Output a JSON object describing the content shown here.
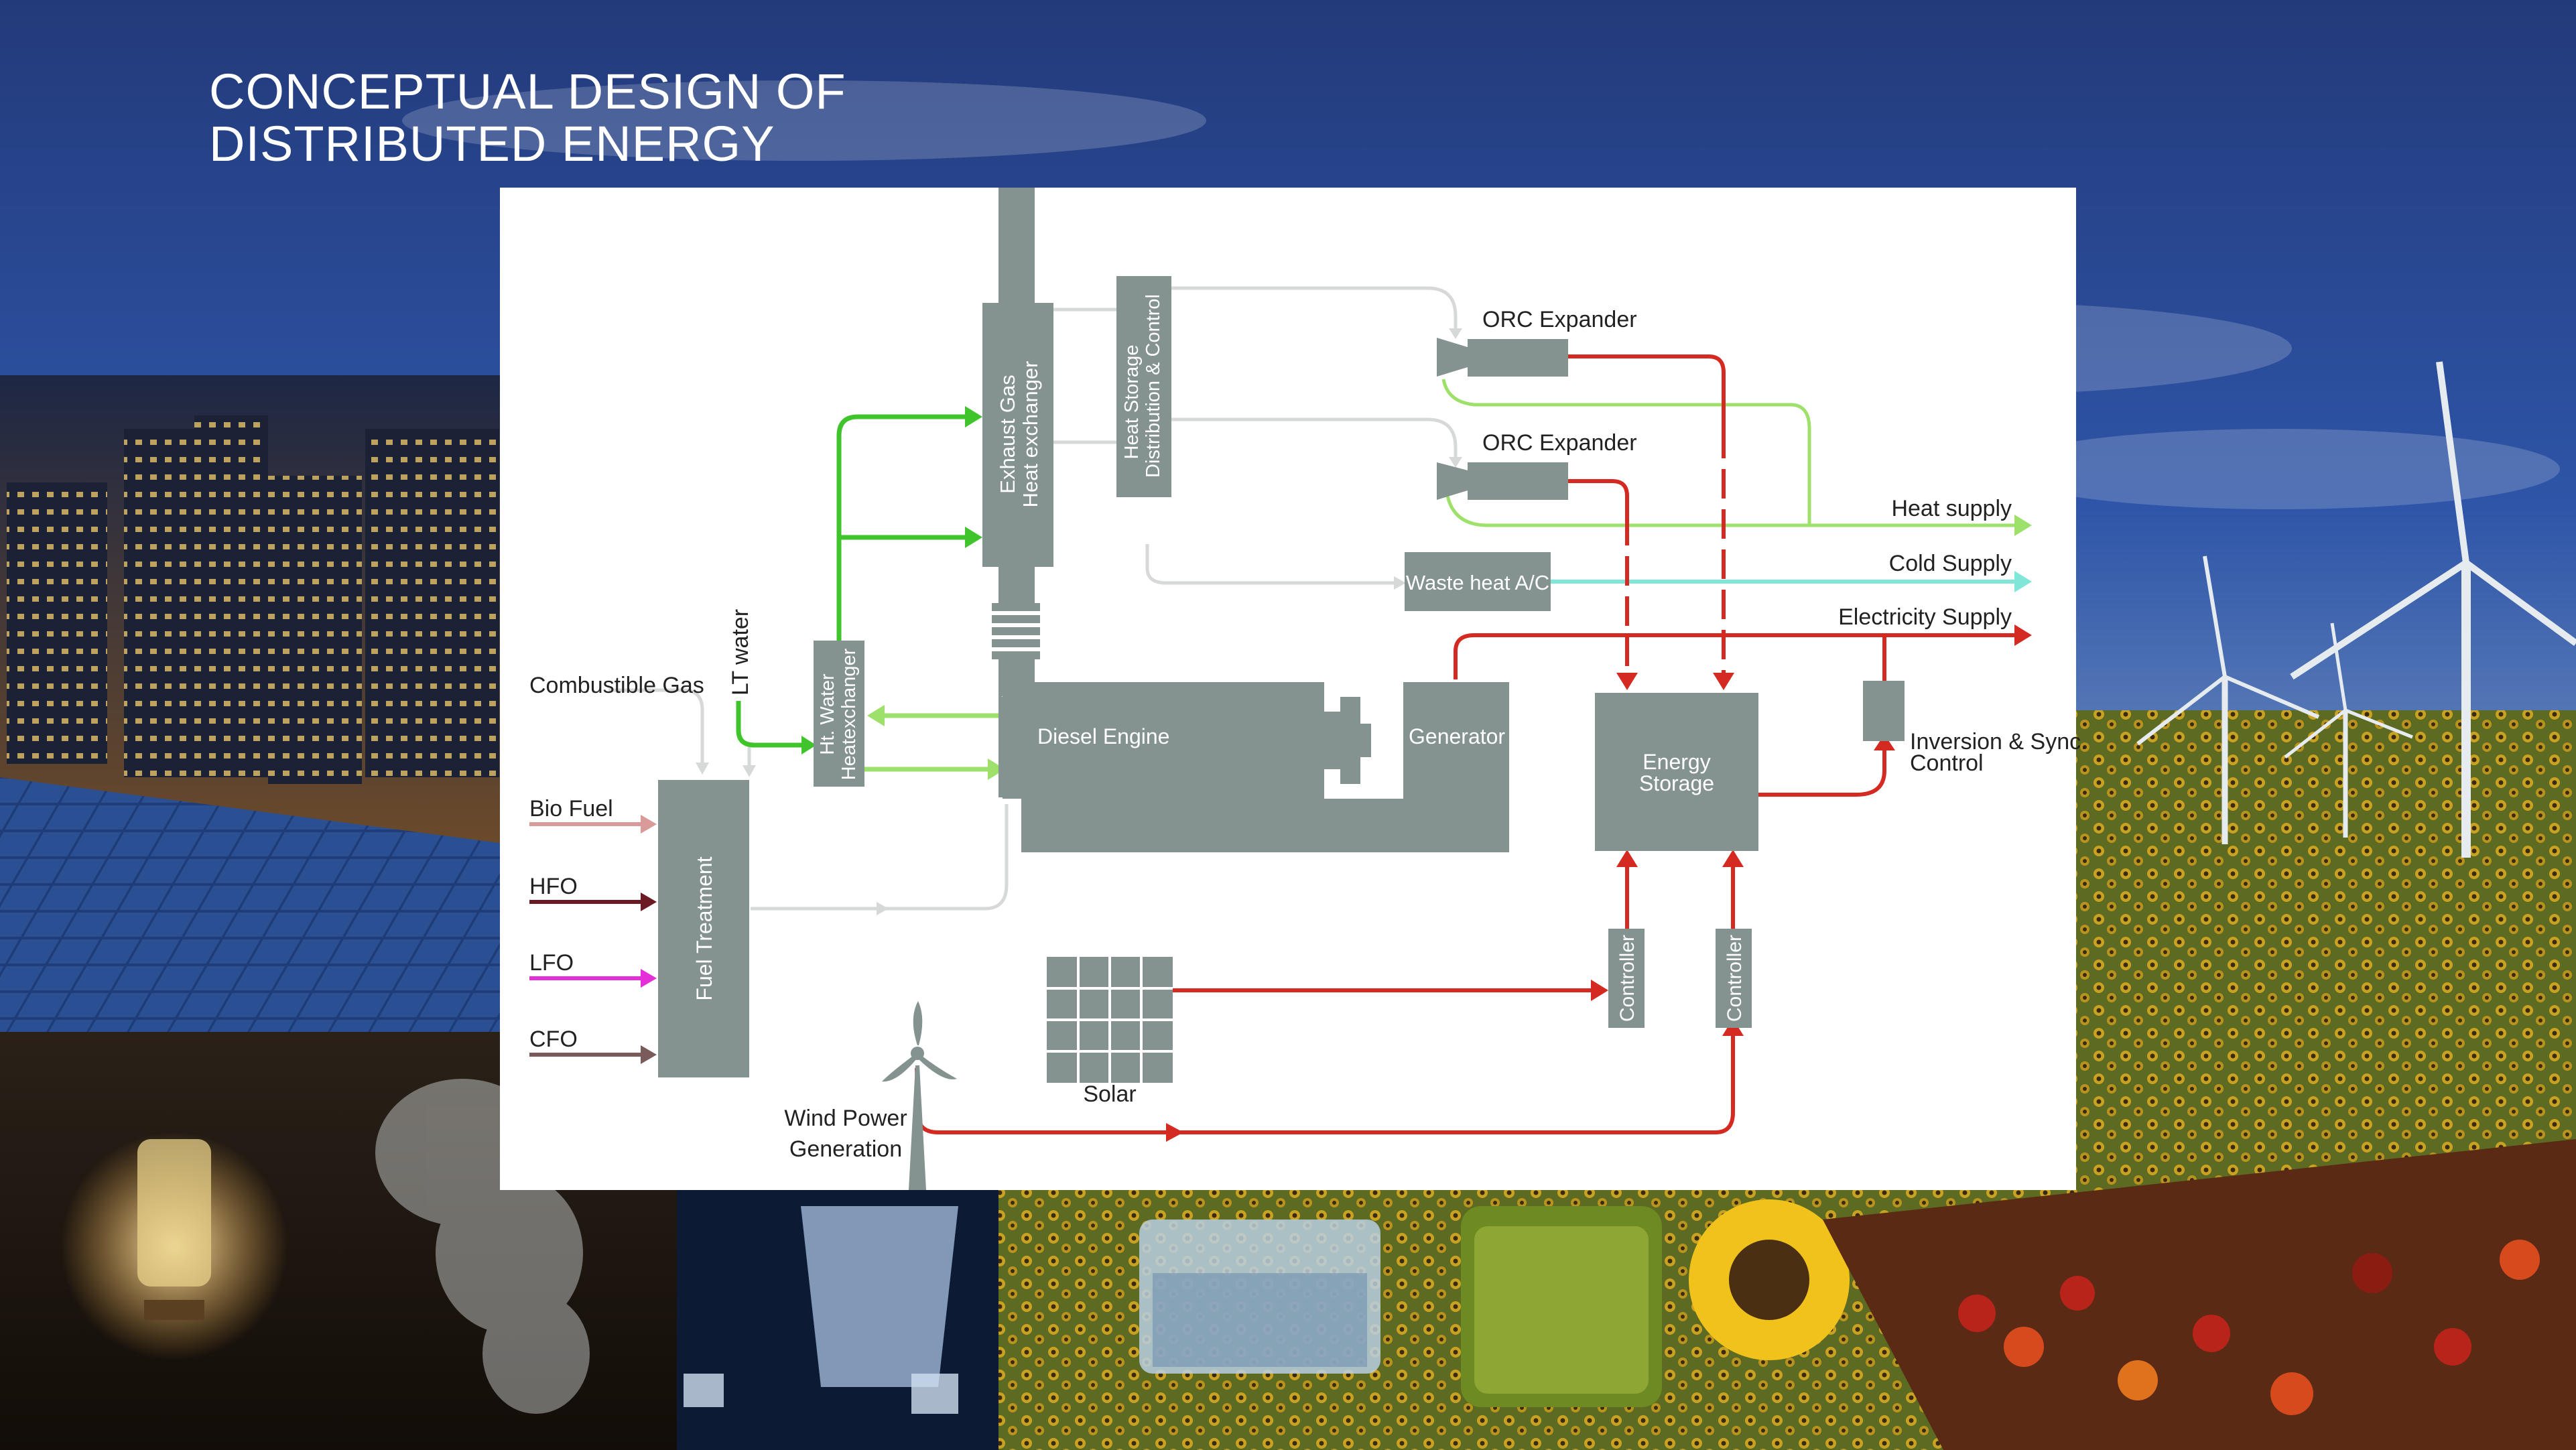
{
  "title": {
    "line1": "CONCEPTUAL DESIGN OF",
    "line2": "DISTRIBUTED ENERGY"
  },
  "colors": {
    "box_gray": "#849290",
    "arrow_red": "#d42a22",
    "arrow_green": "#3fc52b",
    "arrow_light_green": "#9de06a",
    "arrow_cyan": "#7fe6d8",
    "bio_fuel": "#d99a9a",
    "hfo": "#6b1a24",
    "lfo": "#e52fd9",
    "cfo": "#7a5a5a",
    "exhaust_line": "#d6d9d8"
  },
  "diagram": {
    "inputs": {
      "combustible_gas": "Combustible Gas",
      "bio_fuel": "Bio Fuel",
      "hfo": "HFO",
      "lfo": "LFO",
      "cfo": "CFO",
      "lt_water": "LT water"
    },
    "components": {
      "fuel_treatment": "Fuel Treatment",
      "ht_water_hx_line1": "Ht. Water",
      "ht_water_hx_line2": "Heatexchanger",
      "exhaust_hx_line1": "Exhaust Gas",
      "exhaust_hx_line2": "Heat exchanger",
      "heat_storage_line1": "Heat Storage",
      "heat_storage_line2": "Distribution & Control",
      "orc_expander_1": "ORC Expander",
      "orc_expander_2": "ORC Expander",
      "waste_heat_ac": "Waste heat A/C",
      "diesel_engine": "Diesel Engine",
      "generator": "Generator",
      "energy_storage_line1": "Energy",
      "energy_storage_line2": "Storage",
      "inversion_line1": "Inversion & Sync.",
      "inversion_line2": "Control",
      "controller_1": "Controller",
      "controller_2": "Controller",
      "solar": "Solar",
      "wind_line1": "Wind Power",
      "wind_line2": "Generation"
    },
    "outputs": {
      "heat_supply": "Heat supply",
      "cold_supply": "Cold Supply",
      "electricity_supply": "Electricity Supply"
    }
  }
}
